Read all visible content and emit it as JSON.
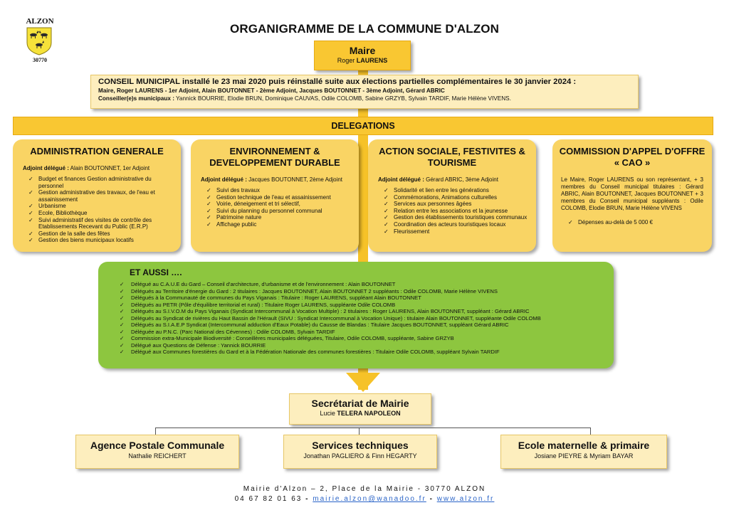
{
  "crest": {
    "name": "ALZON",
    "postcode": "30770"
  },
  "title": "ORGANIGRAMME DE LA COMMUNE D'ALZON",
  "maire": {
    "title": "Maire",
    "name_first": "Roger ",
    "name_last": "LAURENS"
  },
  "conseil": {
    "heading": "CONSEIL MUNICIPAL installé le 23 mai 2020 puis réinstallé suite aux élections partielles complémentaires le 30 janvier 2024 :",
    "line2": "Maire, Roger LAURENS - 1er Adjoint, Alain BOUTONNET - 2ème Adjoint, Jacques BOUTONNET - 3ème Adjoint, Gérard ABRIC",
    "line3_label": "Conseiller(e)s municipaux :",
    "line3": " Yannick BOURRIE, Elodie BRUN, Dominique CAUVAS, Odile COLOMB, Sabine GRZYB, Sylvain TARDIF, Marie Hélène VIVENS."
  },
  "delegations_label": "DELEGATIONS",
  "cards": [
    {
      "heading": "ADMINISTRATION GENERALE",
      "adjoint_label": "Adjoint délégué :",
      "adjoint": " Alain BOUTONNET, 1er Adjoint",
      "items": [
        "Budget et finances Gestion administrative du personnel",
        "Gestion administrative des travaux, de l'eau et assainissement",
        "Urbanisme",
        "Ecole, Bibliothèque",
        "Suivi administratif des visites de contrôle des Etablissements Recevant du Public (E.R.P)",
        "Gestion de la salle des fêtes",
        "Gestion des biens municipaux locatifs"
      ]
    },
    {
      "heading": "ENVIRONNEMENT & DEVELOPPEMENT DURABLE",
      "adjoint_label": "Adjoint délégué :",
      "adjoint": " Jacques BOUTONNET, 2ème Adjoint",
      "items": [
        "Suivi des travaux",
        "Gestion technique de l'eau et assainissement",
        "Voirie, déneigement et tri sélectif,",
        "Suivi du planning du personnel communal",
        "Patrimoine nature",
        "Affichage public"
      ]
    },
    {
      "heading": "ACTION SOCIALE, FESTIVITES & TOURISME",
      "adjoint_label": "Adjoint délégué :",
      "adjoint": " Gérard ABRIC, 3ème Adjoint",
      "items": [
        "Solidarité et lien entre les générations",
        "Commémorations, Animations culturelles",
        "Services aux personnes âgées",
        "Relation entre les associations et la jeunesse",
        "Gestion des établissements touristiques communaux",
        "Coordination des acteurs touristiques locaux",
        "Fleurissement"
      ]
    },
    {
      "heading": "COMMISSION D'APPEL D'OFFRE « CAO »",
      "text": "Le Maire, Roger LAURENS ou son représentant, + 3 membres du Conseil municipal titulaires : Gérard ABRIC, Alain BOUTONNET, Jacques BOUTONNET + 3 membres du Conseil municipal suppléants : Odile COLOMB, Elodie BRUN, Marie Hélène VIVENS",
      "items": [
        "Dépenses au-delà de 5 000 €"
      ]
    }
  ],
  "et_aussi": {
    "heading": "ET AUSSI ….",
    "items": [
      "Délégué au C.A.U.E du Gard – Conseil d'architecture, d'urbanisme et de l'environnement : Alain BOUTONNET",
      "Délégués au Territoire d'énergie du Gard : 2 titulaires : Jacques BOUTONNET, Alain BOUTONNET 2 suppléants : Odile COLOMB, Marie Hélène VIVENS",
      "Délégués à la Communauté de communes du Pays Viganais : Titulaire : Roger LAURENS, suppléant Alain BOUTONNET",
      "Délégués au PETR (Pôle d'équilibre territorial et rural) : Titulaire Roger LAURENS, suppléante Odile COLOMB",
      "Délégués au S.I.V.O.M du Pays Viganais (Syndicat Intercommunal à Vocation Multiple) : 2 titulaires : Roger LAURENS, Alain BOUTONNET, suppléant : Gérard ABRIC",
      "Délégués au Syndicat de rivières du Haut Bassin de l'Hérault (SIVU : Syndicat Intercommunal à Vocation Unique) : titulaire Alain BOUTONNET, suppléante Odile COLOMB",
      "Délégués au S.I.A.E.P Syndicat (Intercommunal adduction d'Eaux Potable) du Causse de Blandas : Titulaire Jacques BOUTONNET, suppléant Gérard ABRIC",
      "Déléguée au P.N.C. (Parc National des Cévennes) : Odile COLOMB, Sylvain TARDIF",
      "Commission extra-Municipale Biodiversité : Conseillères municipales déléguées, Titulaire, Odile COLOMB, suppléante, Sabine GRZYB",
      "Délégué aux Questions de Défense : Yannick BOURRIE",
      "Délégué aux Communes forestières du Gard et à la Fédération Nationale des communes forestières : Titulaire Odile COLOMB, suppléant Sylvain TARDIF"
    ]
  },
  "secretariat": {
    "title": "Secrétariat de Mairie",
    "name_first": "Lucie ",
    "name_last": "TELERA NAPOLEON"
  },
  "units": [
    {
      "title": "Agence Postale Communale",
      "people": "Nathalie REICHERT"
    },
    {
      "title": "Services techniques",
      "people": "Jonathan PAGLIERO & Finn HEGARTY"
    },
    {
      "title": "Ecole maternelle & primaire",
      "people": "Josiane PIEYRE & Myriam BAYAR"
    }
  ],
  "footer": {
    "address": "Mairie d'Alzon – 2, Place de la Mairie - 30770 ALZON",
    "phone": "04 67 82 01 63",
    "sep": " - ",
    "email": "mairie.alzon@wanadoo.fr",
    "web": "www.alzon.fr"
  },
  "colors": {
    "gold": "#f9c732",
    "card": "#f9d464",
    "light": "#fdeebe",
    "green": "#8dc63f",
    "link": "#2a64c8"
  },
  "icons": {
    "check": "check-icon",
    "crest": "crest-icon"
  }
}
